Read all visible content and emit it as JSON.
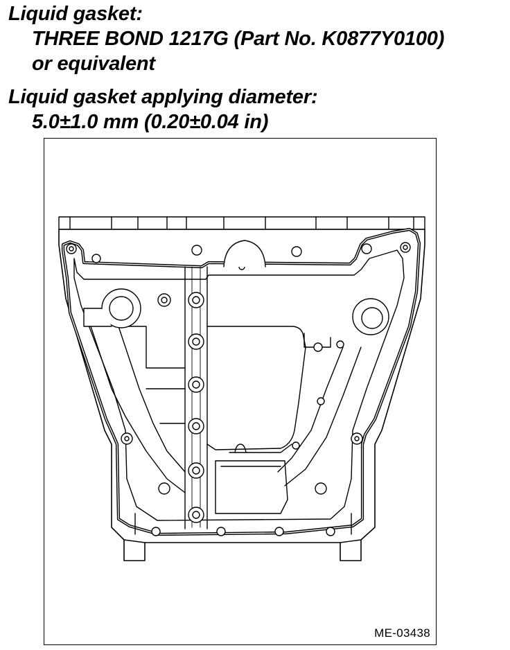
{
  "specs": [
    {
      "label": "Liquid gasket:",
      "value_lines": [
        "THREE BOND 1217G (Part No. K0877Y0100)",
        "or equivalent"
      ]
    },
    {
      "label": "Liquid gasket applying diameter:",
      "value_lines": [
        "5.0±1.0 mm (0.20±0.04 in)"
      ]
    }
  ],
  "figure": {
    "id": "ME-03438",
    "subject": "oil pan",
    "line_color": "#000000",
    "background_color": "#ffffff"
  }
}
